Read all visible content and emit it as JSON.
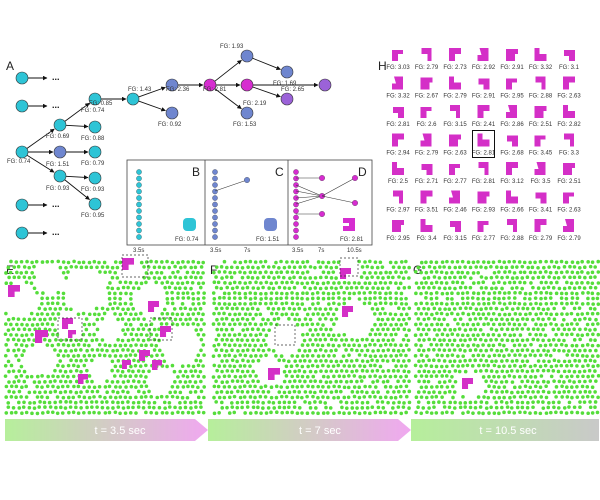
{
  "panels": {
    "A": "A",
    "B": "B",
    "C": "C",
    "D": "D",
    "E": "E",
    "F": "F",
    "G": "G",
    "H": "H"
  },
  "tree": {
    "root_fg": "FG: 0.74",
    "node_labels": {
      "n069": "FG: 0.69",
      "n074": "FG: 0.74",
      "n088": "FG: 0.88",
      "n151": "FG: 1.51",
      "n079": "FG: 0.79",
      "n093a": "FG: 0.93",
      "n093b": "FG: 0.93",
      "n095": "FG: 0.95",
      "n085": "FG: 0.85",
      "n143": "FG: 1.43",
      "n092": "FG: 0.92",
      "n236": "FG: 2.36",
      "n193": "FG: 1.93",
      "n169": "FG: 1.69",
      "n281": "FG: 2.81",
      "n219": "FG: 2.19",
      "n265": "FG: 2.65",
      "n153": "FG: 1.53"
    },
    "ellipsis": "..."
  },
  "insets": {
    "B": {
      "fg": "FG: 0.74",
      "ticks": [
        "3.5s"
      ]
    },
    "C": {
      "fg": "FG: 1.51",
      "ticks": [
        "3.5s",
        "7s"
      ]
    },
    "D": {
      "fg": "FG: 2.81",
      "ticks": [
        "3.5s",
        "7s",
        "10.5s"
      ]
    }
  },
  "timeline": {
    "E": "t = 3.5 sec",
    "F": "t = 7 sec",
    "G": "t = 10.5 sec"
  },
  "grid_h": {
    "labels": [
      [
        "FG: 3.03",
        "FG: 2.79",
        "FG: 2.73",
        "FG: 2.92",
        "FG: 2.91",
        "FG: 3.32",
        "FG: 3.1"
      ],
      [
        "FG: 3.32",
        "FG: 2.67",
        "FG: 2.79",
        "FG: 2.91",
        "FG: 2.95",
        "FG: 2.88",
        "FG: 2.63"
      ],
      [
        "FG: 2.81",
        "FG: 2.6",
        "FG: 3.15",
        "FG: 2.41",
        "FG: 2.86",
        "FG: 2.51",
        "FG: 2.82"
      ],
      [
        "FG: 2.94",
        "FG: 2.79",
        "FG: 2.63",
        "FG: 2.81",
        "FG: 2.68",
        "FG: 3.45",
        "FG: 3.3"
      ],
      [
        "FG: 2.5",
        "FG: 2.71",
        "FG: 2.77",
        "FG: 2.81",
        "FG: 3.12",
        "FG: 3.5",
        "FG: 2.51"
      ],
      [
        "FG: 2.97",
        "FG: 3.51",
        "FG: 2.46",
        "FG: 2.93",
        "FG: 2.66",
        "FG: 3.41",
        "FG: 2.63"
      ],
      [
        "FG: 2.95",
        "FG: 3.4",
        "FG: 3.15",
        "FG: 2.77",
        "FG: 2.88",
        "FG: 2.79",
        "FG: 2.79"
      ]
    ],
    "highlight": [
      3,
      3
    ]
  },
  "colors": {
    "cyan": "#2ec4d6",
    "blue": "#6f86cf",
    "magenta": "#d62dd0",
    "violet": "#9b62d8",
    "green": "#55dd3b",
    "shape_magenta": "#d42fc7"
  }
}
